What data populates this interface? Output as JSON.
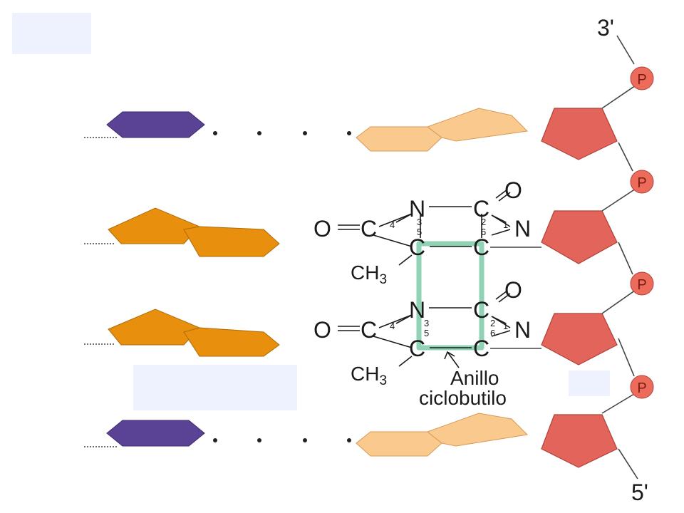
{
  "strand_labels": {
    "top": "3'",
    "bottom": "5'"
  },
  "phosphate_label": "P",
  "annotation": {
    "line1": "Anillo",
    "line2": "ciclobutilo"
  },
  "atoms": {
    "N": "N",
    "C": "C",
    "O": "O",
    "CH3_main": "CH",
    "CH3_sub": "3"
  },
  "ring_numbers": [
    "4",
    "3",
    "5",
    "2",
    "6",
    "1"
  ],
  "colors": {
    "purple_base": "#5a4294",
    "orange_base": "#e8900e",
    "light_base": "#f9c98e",
    "sugar": "#e3645a",
    "phosphate": "#ec6b5a",
    "cyclobutane": "#8fd3b4",
    "placeholder_box": "#eef2fe"
  }
}
